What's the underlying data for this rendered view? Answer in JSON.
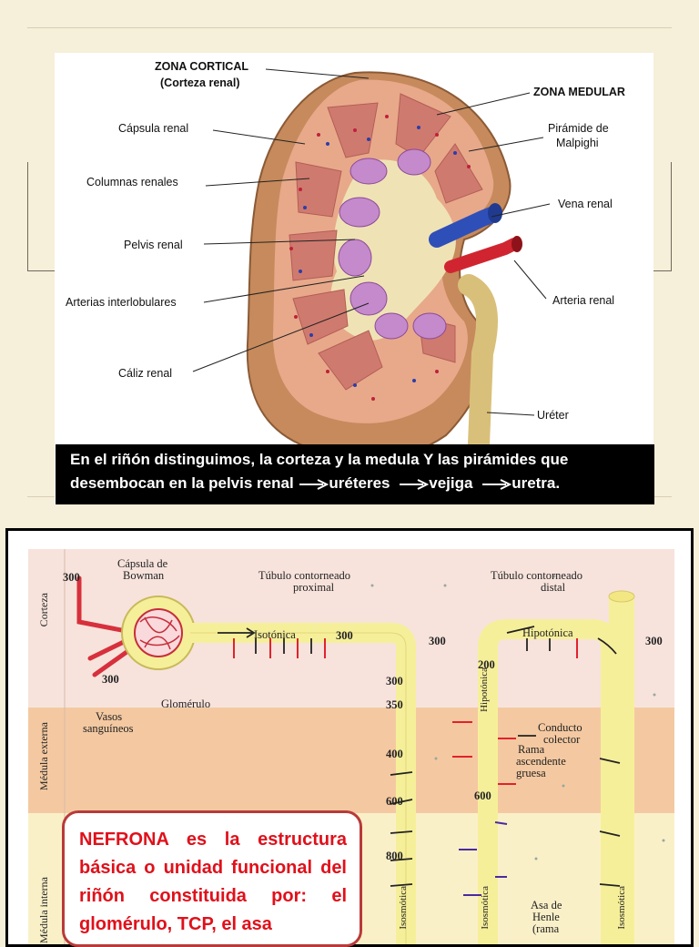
{
  "kidney": {
    "labels": {
      "zona_cortical": "ZONA CORTICAL",
      "corteza_renal": "(Corteza renal)",
      "zona_medular": "ZONA MEDULAR",
      "capsula_renal": "Cápsula renal",
      "piramide_1": "Pirámide de",
      "piramide_2": "Malpighi",
      "columnas_renales": "Columnas renales",
      "vena_renal": "Vena renal",
      "pelvis_renal": "Pelvis renal",
      "arterias_interlobulares": "Arterias interlobulares",
      "arteria_renal": "Arteria renal",
      "caliz_renal": "Cáliz renal",
      "ureter": "Uréter"
    },
    "caption": {
      "line1": "En el riñón distinguimos, la corteza y la medula Y las pirámides que",
      "line2_a": "desembocan en la pelvis renal",
      "line2_b": "uréteres",
      "line2_c": "vejiga",
      "line2_d": "uretra."
    }
  },
  "nephron": {
    "zones": {
      "corteza": "Corteza",
      "medula_externa": "Médula externa",
      "medula_interna": "Médula interna"
    },
    "labels": {
      "capsula_1": "Cápsula de",
      "capsula_2": "Bowman",
      "tcp_1": "Túbulo contorneado",
      "tcp_2": "proximal",
      "tcd_1": "Túbulo contorneado",
      "tcd_2": "distal",
      "isotonica": "Isotónica",
      "hipotonica_h": "Hipotónica",
      "hipotonica_v": "Hipotónica",
      "glomerulo": "Glomérulo",
      "vasos_1": "Vasos",
      "vasos_2": "sanguíneos",
      "conducto_1": "Conducto",
      "conducto_2": "colector",
      "rama_1": "Rama",
      "rama_2": "ascendente",
      "rama_3": "gruesa",
      "asa_1": "Asa de",
      "asa_2": "Henle",
      "asa_3": "(rama",
      "isosmotica_a": "Isosmótica",
      "isosmotica_b": "Isosmótica",
      "isosmotica_c": "Isosmótica"
    },
    "osmolarity": {
      "v300_a": "300",
      "v300_b": "300",
      "v300_c": "300",
      "v300_d": "300",
      "v300_e": "300",
      "v300_f": "300",
      "v350": "350",
      "v400": "400",
      "v600_a": "600",
      "v600_b": "600",
      "v800": "800",
      "v200": "200"
    },
    "definition": "NEFRONA es la estructura básica o unidad funcional del riñón constituida por: el glomérulo, TCP, el asa"
  }
}
